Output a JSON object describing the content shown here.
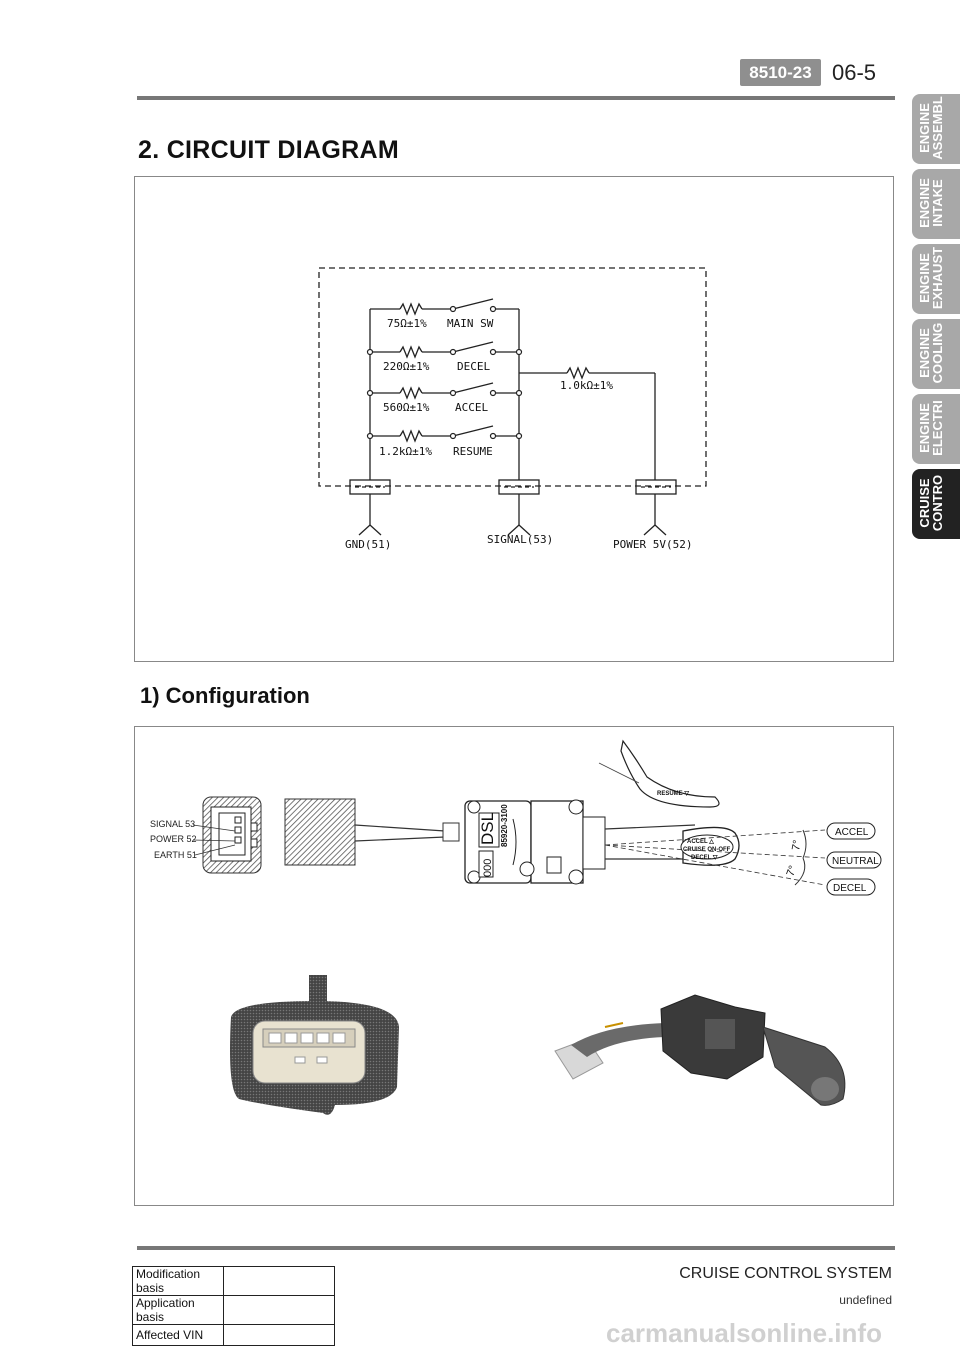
{
  "header": {
    "code": "8510-23",
    "page_number": "06-5"
  },
  "sidebar": {
    "tabs": [
      {
        "label": "ENGINE\nASSEMBL",
        "active": false
      },
      {
        "label": "ENGINE\nINTAKE",
        "active": false
      },
      {
        "label": "ENGINE\nEXHAUST",
        "active": false
      },
      {
        "label": "ENGINE\nCOOLING",
        "active": false
      },
      {
        "label": "ENGINE\nELECTRI",
        "active": false
      },
      {
        "label": "CRUISE\nCONTRO",
        "active": true
      }
    ]
  },
  "section": {
    "title": "2. CIRCUIT DIAGRAM",
    "subtitle": "1) Configuration"
  },
  "circuit": {
    "switches": [
      {
        "resistor": "75Ω±1%",
        "name": "MAIN SW"
      },
      {
        "resistor": "220Ω±1%",
        "name": "DECEL"
      },
      {
        "resistor": "560Ω±1%",
        "name": "ACCEL"
      },
      {
        "resistor": "1.2kΩ±1%",
        "name": "RESUME"
      }
    ],
    "pullup": "1.0kΩ±1%",
    "terminals": [
      "GND(51)",
      "SIGNAL(53)",
      "POWER 5V(52)"
    ]
  },
  "config": {
    "pins": [
      "SIGNAL 53",
      "POWER 52",
      "EARTH 51"
    ],
    "positions": [
      "ACCEL",
      "NEUTRAL",
      "DECEL"
    ],
    "angle": "7°",
    "module_label": "DSL",
    "module_part": "85920-3100",
    "module_code": "000",
    "lever_labels": {
      "resume": "RESUME ▽",
      "accel": "ACCEL △",
      "cruise": "CRUISE ON-OFF",
      "decel": "DECEL ▽"
    }
  },
  "footer": {
    "system_title": "CRUISE CONTROL SYSTEM",
    "subtitle": "undefined",
    "rows": [
      {
        "label": "Modification basis",
        "value": ""
      },
      {
        "label": "Application basis",
        "value": ""
      },
      {
        "label": "Affected VIN",
        "value": ""
      }
    ]
  },
  "watermark": "carmanualsonline.info"
}
